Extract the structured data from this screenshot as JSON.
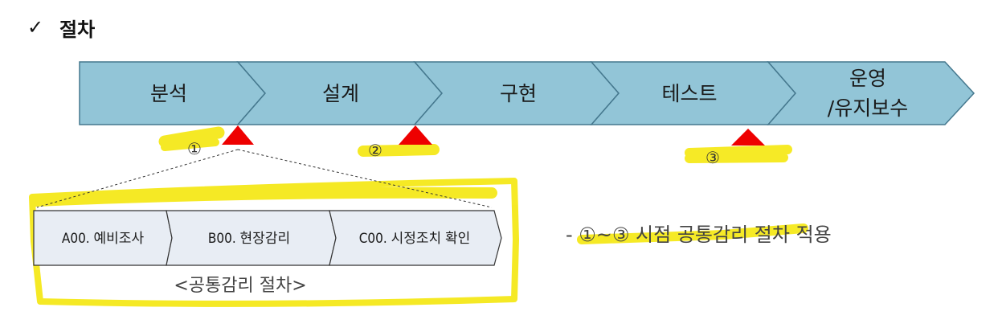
{
  "title": {
    "check_icon": "✓",
    "text": "절차"
  },
  "stages": [
    {
      "line1": "분석",
      "line2": ""
    },
    {
      "line1": "설계",
      "line2": ""
    },
    {
      "line1": "구현",
      "line2": ""
    },
    {
      "line1": "테스트",
      "line2": ""
    },
    {
      "line1": "운영",
      "line2": "/유지보수"
    }
  ],
  "markers": [
    "①",
    "②",
    "③"
  ],
  "sub_steps": [
    "A00. 예비조사",
    "B00. 현장감리",
    "C00. 시정조치 확인"
  ],
  "caption": "<공통감리 절차>",
  "note": "- ①~③ 시점 공통감리 절차 적용",
  "colors": {
    "stage_fill": "#92c5d7",
    "stage_stroke": "#45788e",
    "sub_fill": "#e8edf4",
    "marker": "#ee0000",
    "highlight": "#f4e600"
  }
}
